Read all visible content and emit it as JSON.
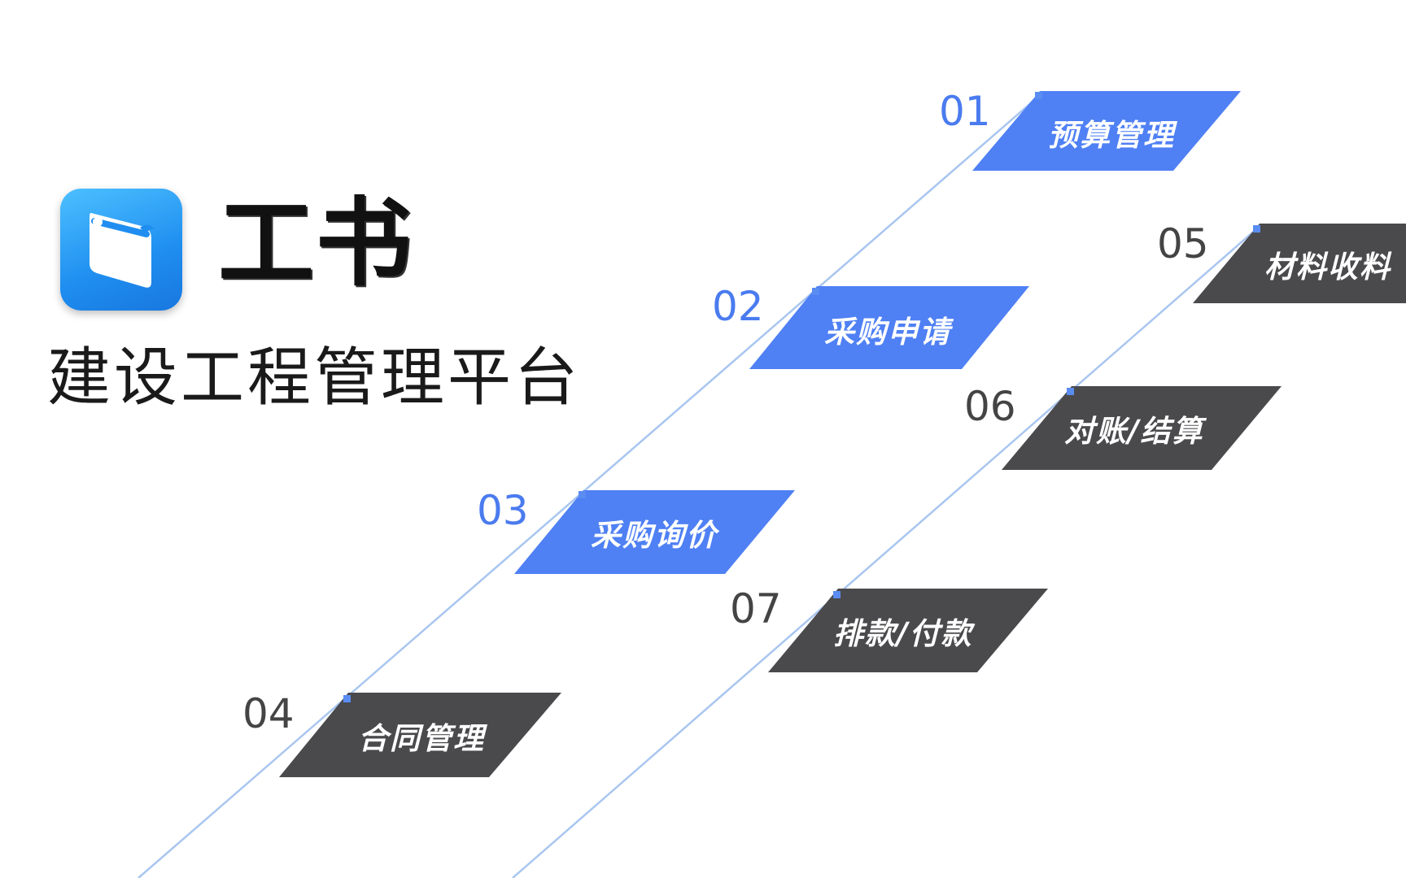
{
  "brand": {
    "name": "工书",
    "subtitle": "建设工程管理平台",
    "logo_icon": "wrench-notebook-icon"
  },
  "colors": {
    "blue": "#4f80f4",
    "dark": "#4a4a4d",
    "line": "#a9c6f0",
    "blue_number": "#4a7bef",
    "dark_number": "#444444"
  },
  "steps": [
    {
      "num": "01",
      "label": "预算管理",
      "color": "blue"
    },
    {
      "num": "02",
      "label": "采购申请",
      "color": "blue"
    },
    {
      "num": "03",
      "label": "采购询价",
      "color": "blue"
    },
    {
      "num": "04",
      "label": "合同管理",
      "color": "dark"
    },
    {
      "num": "05",
      "label": "材料收料",
      "color": "dark"
    },
    {
      "num": "06",
      "label": "对账/结算",
      "color": "dark"
    },
    {
      "num": "07",
      "label": "排款/付款",
      "color": "dark"
    }
  ]
}
